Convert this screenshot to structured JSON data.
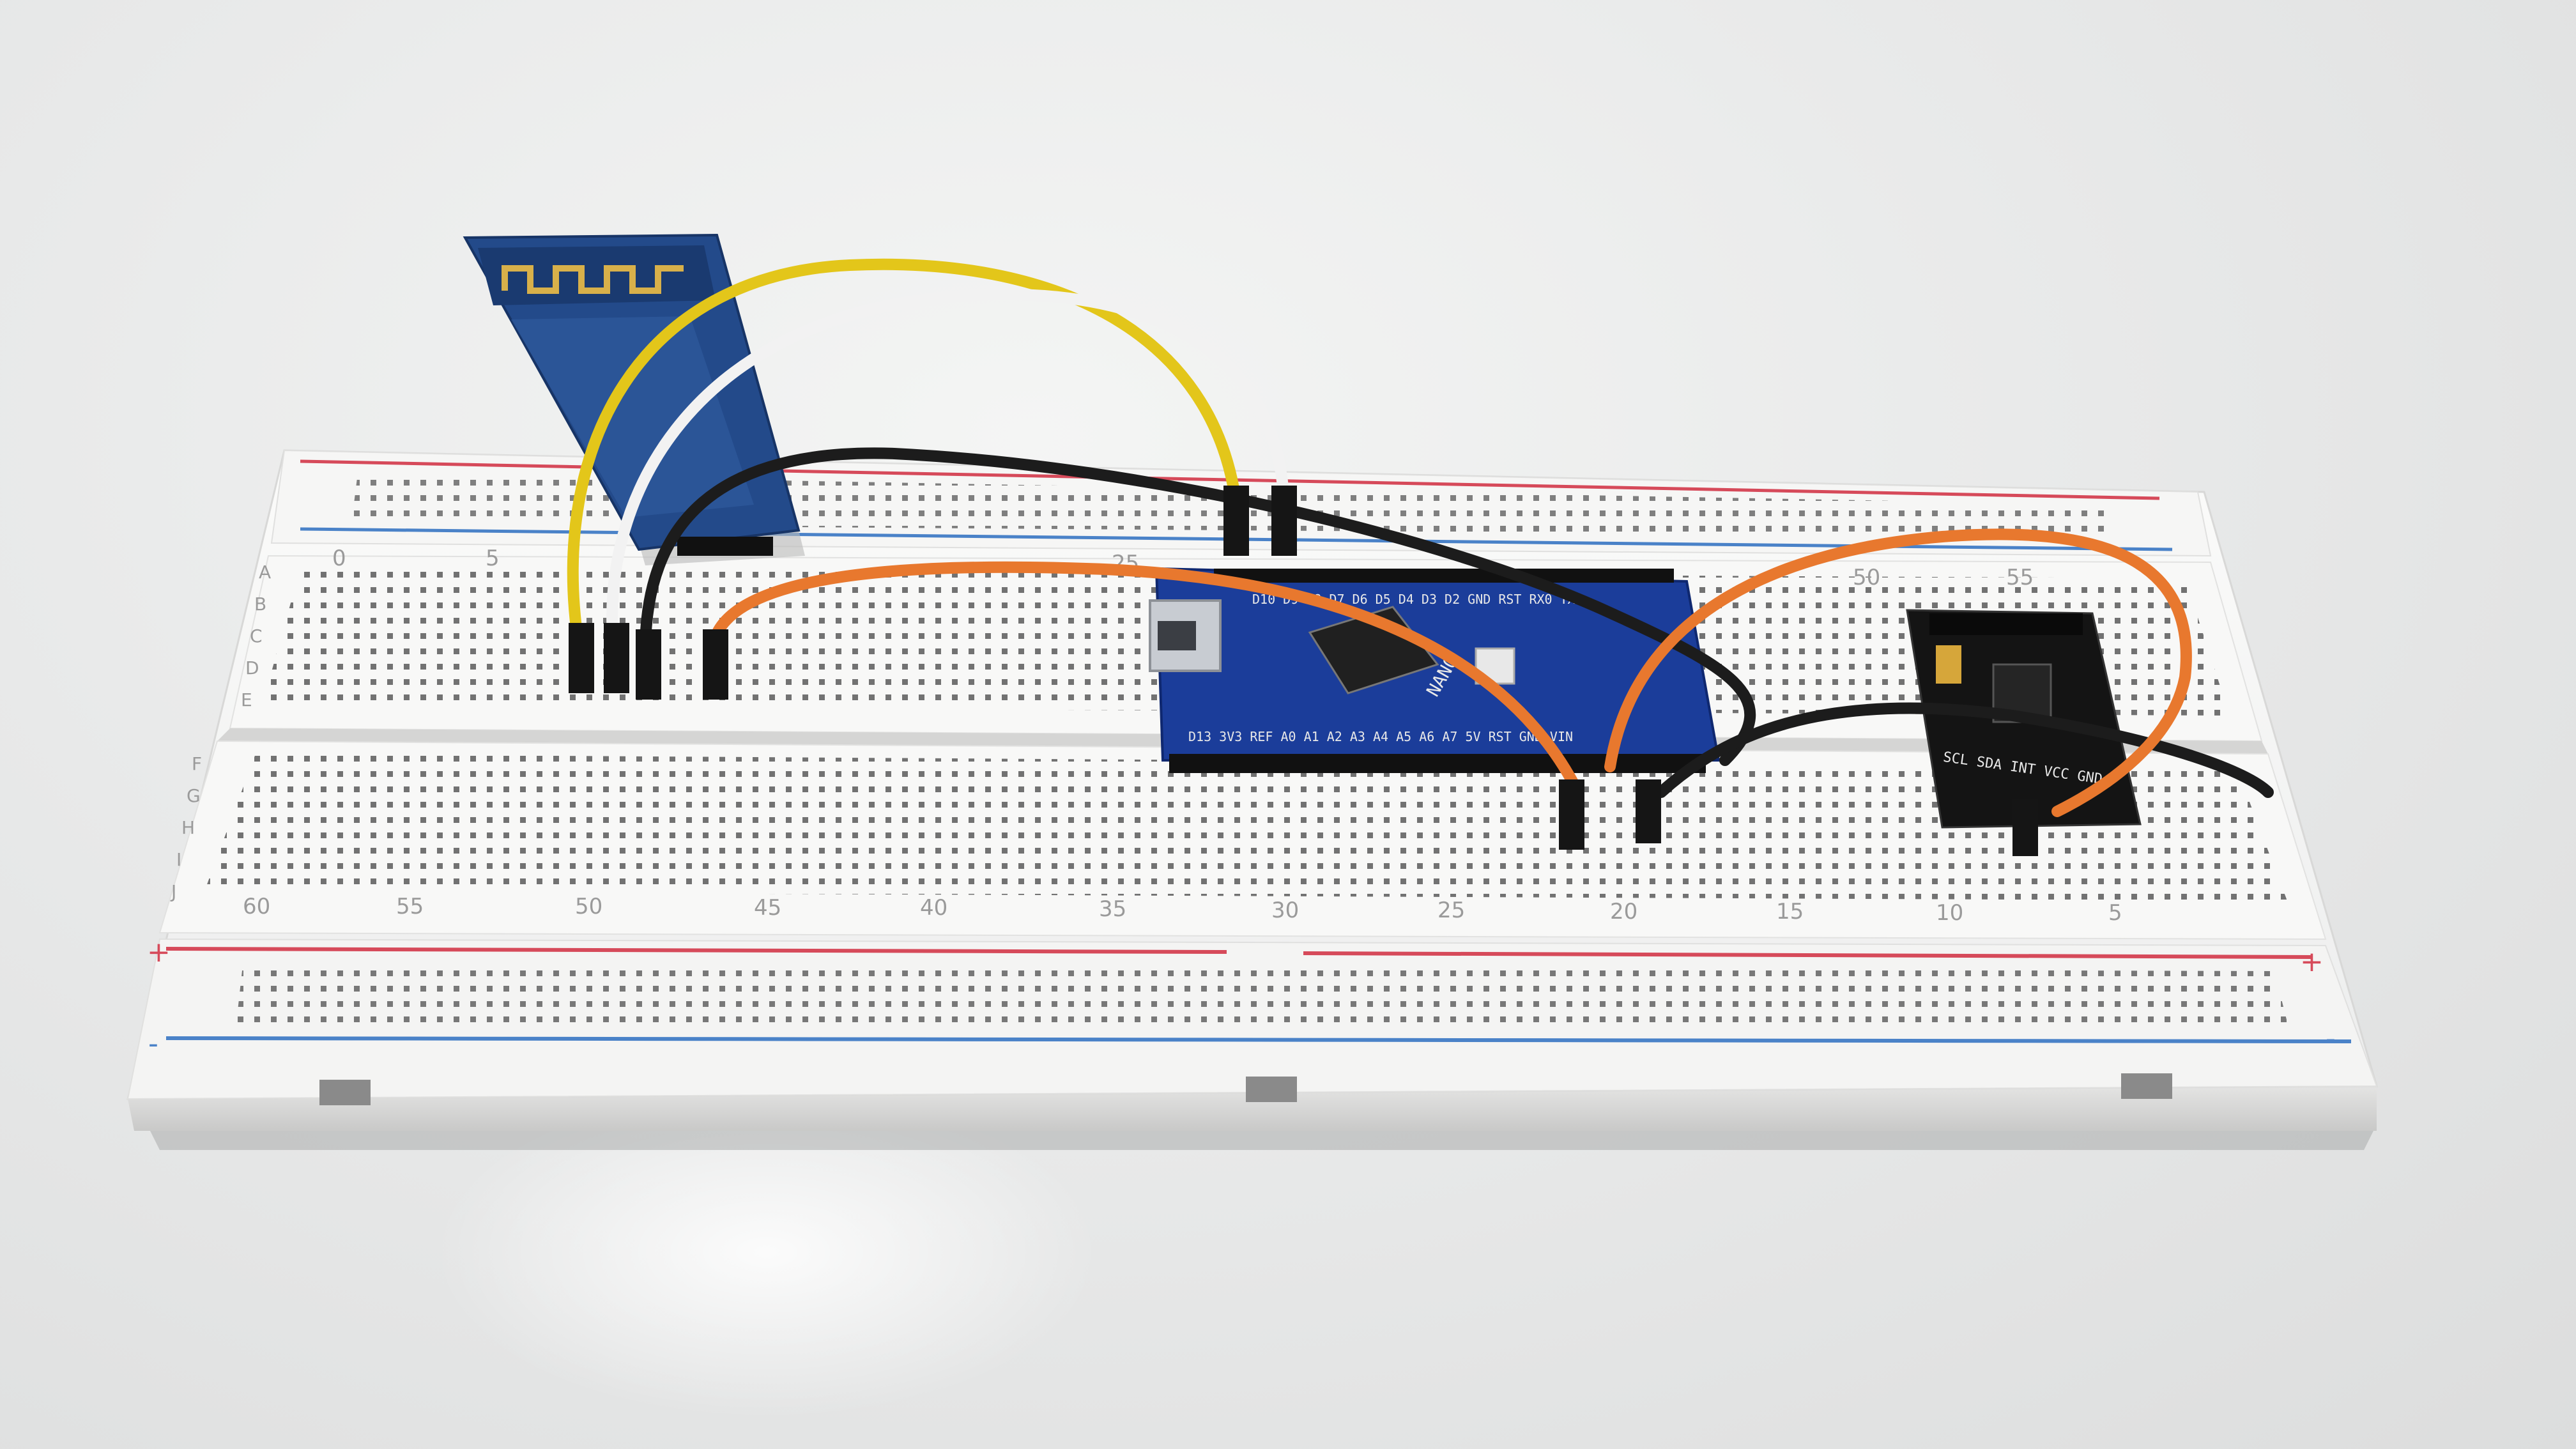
{
  "colors": {
    "table": "#e6e7e6",
    "breadboard": "#f7f7f6",
    "rail_positive": "#d64a5a",
    "rail_negative": "#4a82c8",
    "wire_yellow": "#e3c61a",
    "wire_white": "#f2f2f2",
    "wire_black": "#1c1c1c",
    "wire_orange": "#e8782e",
    "arduino_pcb": "#1b3d9a",
    "bluetooth_pcb": "#234a8a",
    "sensor_pcb": "#141414"
  },
  "breadboard": {
    "rail_plus_symbol": "+",
    "rail_minus_symbol": "-",
    "top_row_letters": [
      "A",
      "B",
      "C",
      "D",
      "E"
    ],
    "bottom_row_letters": [
      "F",
      "G",
      "H",
      "I",
      "J"
    ],
    "top_column_numbers": [
      "0",
      "5",
      "25",
      "50",
      "55"
    ],
    "bottom_column_numbers": [
      "60",
      "55",
      "50",
      "45",
      "40",
      "35",
      "30",
      "25",
      "20",
      "15",
      "10",
      "5"
    ]
  },
  "arduino": {
    "top_pins": "D10 D9 D8 D7 D6 D5 D4 D3 D2 GND RST RX0 TX1",
    "bottom_pins": "D13 3V3 REF A0 A1 A2 A3 A4 A5 A6 A7 5V RST GND VIN",
    "board_name": "NANO"
  },
  "sensor": {
    "pin_labels": "SCL SDA INT VCC GND"
  }
}
